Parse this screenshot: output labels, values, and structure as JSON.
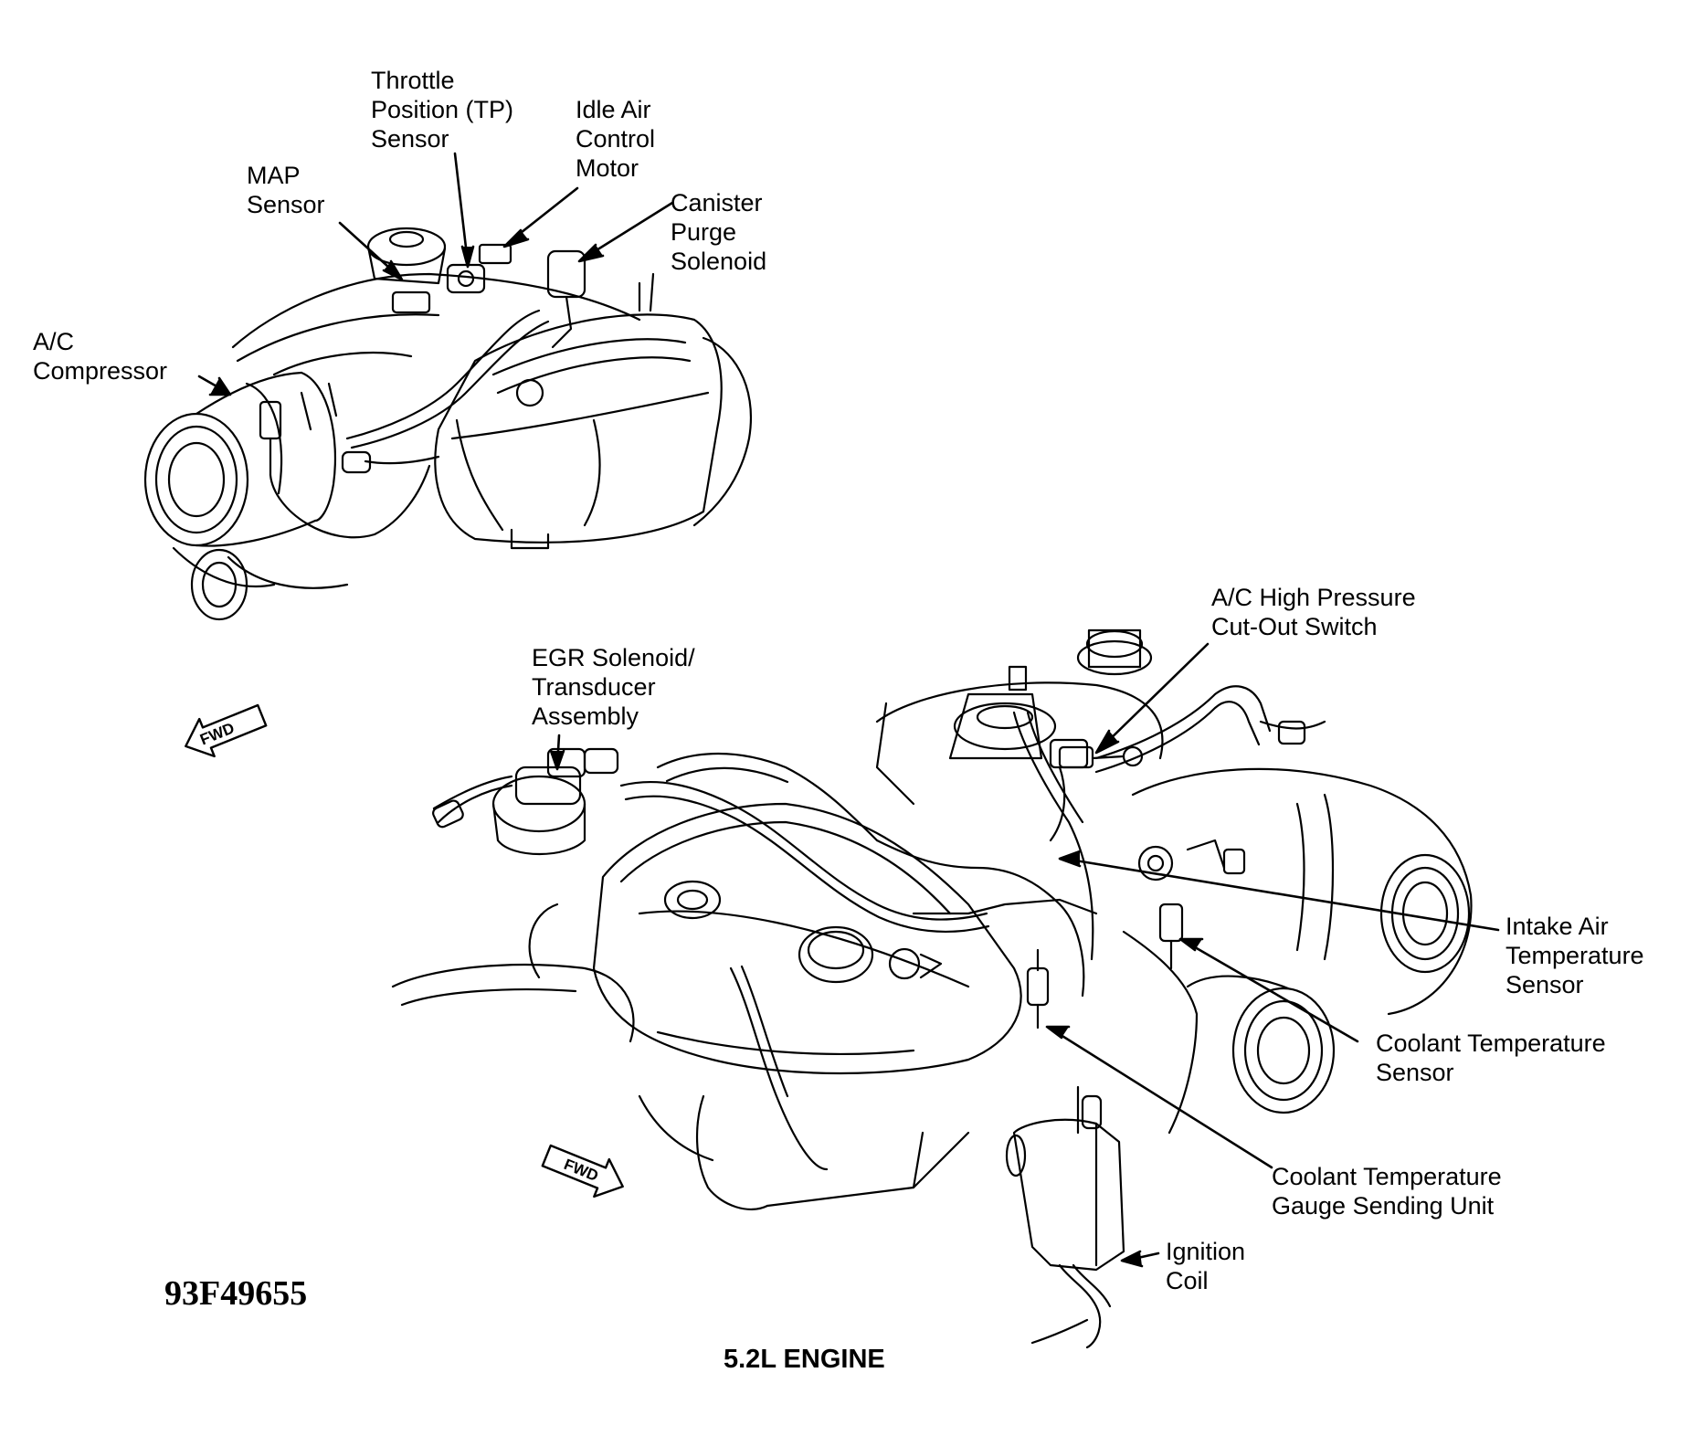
{
  "labels": {
    "throttle_position_sensor": [
      "Throttle",
      "Position (TP)",
      "Sensor"
    ],
    "idle_air_control_motor": [
      "Idle Air",
      "Control",
      "Motor"
    ],
    "map_sensor": [
      "MAP",
      "Sensor"
    ],
    "canister_purge_solenoid": [
      "Canister",
      "Purge",
      "Solenoid"
    ],
    "ac_compressor": [
      "A/C",
      "Compressor"
    ],
    "ac_high_pressure_switch": [
      "A/C High Pressure",
      "Cut-Out Switch"
    ],
    "egr_solenoid": [
      "EGR Solenoid/",
      "Transducer",
      "Assembly"
    ],
    "intake_air_temperature_sensor": [
      "Intake Air",
      "Temperature",
      "Sensor"
    ],
    "coolant_temperature_sensor": [
      "Coolant Temperature",
      "Sensor"
    ],
    "coolant_gauge_sending_unit": [
      "Coolant Temperature",
      "Gauge Sending Unit"
    ],
    "ignition_coil": [
      "Ignition",
      "Coil"
    ]
  },
  "fwd_arrow_text": "FWD",
  "figure_code": "93F49655",
  "caption": "5.2L ENGINE"
}
